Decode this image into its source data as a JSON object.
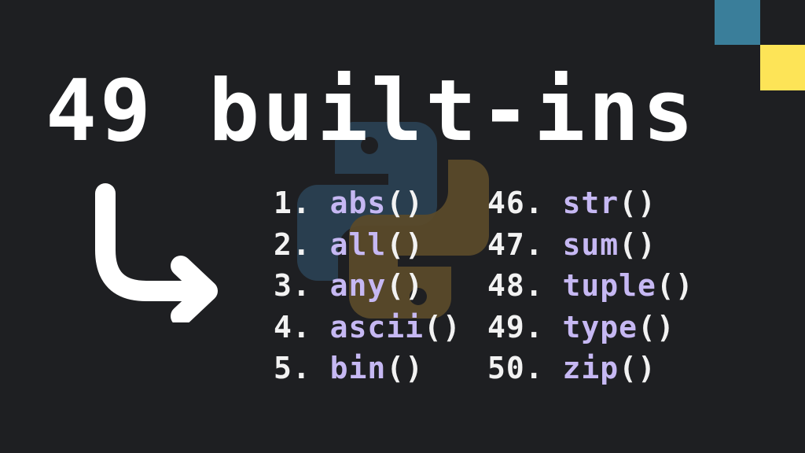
{
  "title": "49 built-ins",
  "colors": {
    "background": "#1e1f22",
    "title_text": "#ffffff",
    "function_name": "#c6b8f3",
    "number_text": "#f2f2f2",
    "corner_blue": "#3a7e9a",
    "corner_yellow": "#fde457",
    "logo_blue": "#2a4052",
    "logo_yellow": "#5a4a2a"
  },
  "icons": {
    "arrow": "curved-arrow-down-right-icon",
    "logo": "python-logo-icon"
  },
  "list_left": [
    {
      "number": "1.",
      "name": "abs",
      "parens": "()"
    },
    {
      "number": "2.",
      "name": "all",
      "parens": "()"
    },
    {
      "number": "3.",
      "name": "any",
      "parens": "()"
    },
    {
      "number": "4.",
      "name": "ascii",
      "parens": "()"
    },
    {
      "number": "5.",
      "name": "bin",
      "parens": "()"
    }
  ],
  "list_right": [
    {
      "number": "46.",
      "name": "str",
      "parens": "()"
    },
    {
      "number": "47.",
      "name": "sum",
      "parens": "()"
    },
    {
      "number": "48.",
      "name": "tuple",
      "parens": "()"
    },
    {
      "number": "49.",
      "name": "type",
      "parens": "()"
    },
    {
      "number": "50.",
      "name": "zip",
      "parens": "()"
    }
  ]
}
